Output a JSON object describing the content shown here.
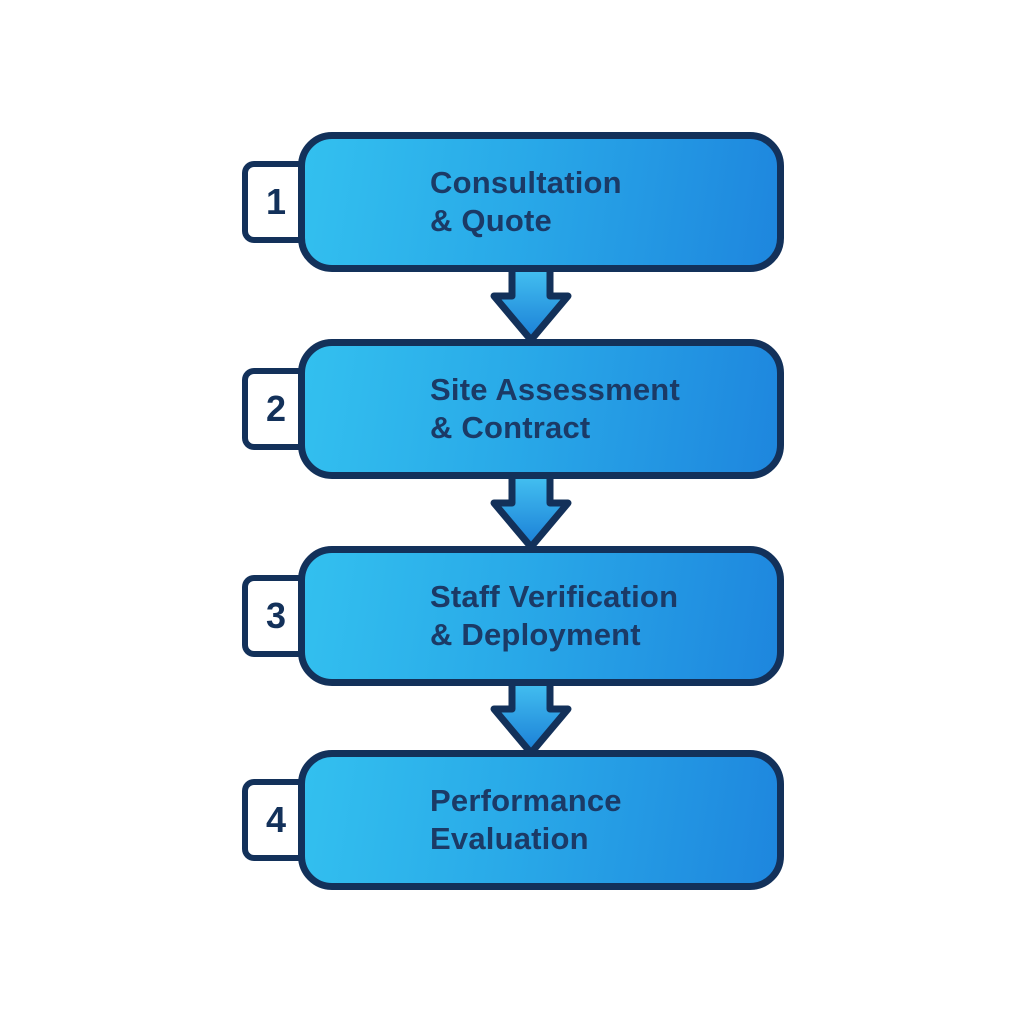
{
  "diagram": {
    "type": "process-flow",
    "direction": "top-to-bottom",
    "background": "#ffffff",
    "colors": {
      "box_gradient_start": "#33c0ef",
      "box_gradient_end": "#1e86de",
      "outline_navy": "#13315a",
      "title_text": "#1b3a66",
      "tab_background": "#ffffff",
      "icon_stroke": "#ffffff",
      "arrow_gradient_start": "#44c1f1",
      "arrow_gradient_end": "#1a7ed6"
    },
    "steps": [
      {
        "number": "1",
        "icon": "phone-icon",
        "title_line1": "Consultation",
        "title_line2": "& Quote"
      },
      {
        "number": "2",
        "icon": "clipboard-checklist-icon",
        "title_line1": "Site Assessment",
        "title_line2": "& Contract"
      },
      {
        "number": "3",
        "icon": "badge-document-icon",
        "title_line1": "Staff Verification",
        "title_line2": "& Deployment"
      },
      {
        "number": "4",
        "icon": "checkmark-circle-icon",
        "title_line1": "Performance",
        "title_line2": "Evaluation"
      }
    ],
    "connector_count": 3
  }
}
